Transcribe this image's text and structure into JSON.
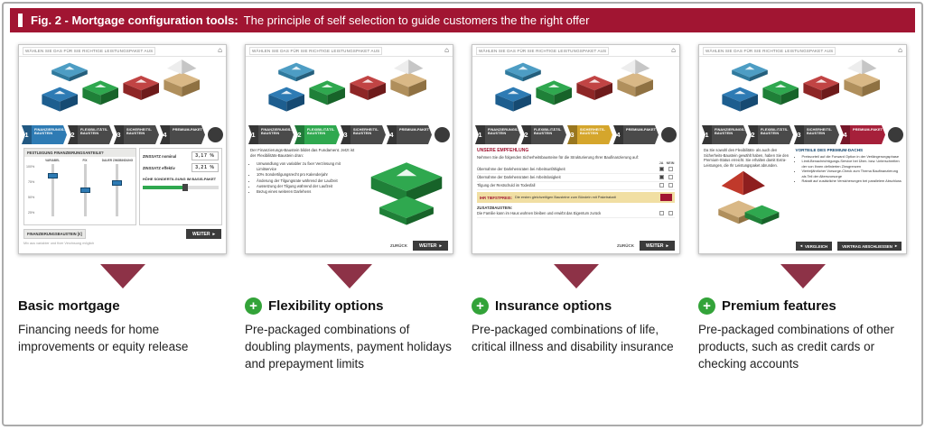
{
  "figure": {
    "label": "Fig. 2 - Mortgage configuration tools:",
    "title": "The principle of self selection to guide customers the the right offer"
  },
  "colors": {
    "header": "#A11532",
    "arrow": "#8D3247",
    "plus_green": "#33A339",
    "step_blue": "#2E7BB4",
    "step_green": "#2FA84F",
    "step_gold": "#D5A62C",
    "step_red": "#A6203A"
  },
  "icons": {
    "home": "⌂",
    "arrow_right": "▸",
    "arrow_left": "◂",
    "plus": "+"
  },
  "screen_common": {
    "topbar_text": "WÄHLEN SIE DAS FÜR SIE RICHTIGE LEISTUNGSPAKET AUS",
    "steps": [
      {
        "num": "1",
        "label": "FINANZIERUNGS-BAUSTEIN"
      },
      {
        "num": "2",
        "label": "FLEXIBILITÄTS-BAUSTEIN"
      },
      {
        "num": "3",
        "label": "SICHERHEITS-BAUSTEIN"
      },
      {
        "num": "4",
        "label": "PREMIUM-PAKET"
      }
    ],
    "next_label": "WEITER",
    "back_label": "ZURÜCK"
  },
  "screen1": {
    "panel_title": "FESTLEGUNG FINANZIERUNGSANTEILE?",
    "axis_labels": [
      "100%",
      "75%",
      "50%",
      "25%"
    ],
    "slider_headers": [
      "VARIABEL",
      "FIX",
      "DAUER ZINSBINDUNG"
    ],
    "rate1_label": "ZINSSATZ nominal",
    "rate1_value": "3,17 %",
    "rate2_label": "ZINSSATZ effektiv",
    "rate2_value": "3,21 %",
    "slider_label": "HÖHE SONDERTILGUNG IM BASIS-PAKET",
    "bottom_label": "FINANZIERUNGSBAUSTEIN [€]",
    "footnote": "Mix aus variabler und fixer Verzinsung möglich"
  },
  "screen2": {
    "intro": "Der Finanzierungs-Baustein bildet das Fundament. Jetzt ist der Flexibilitäts-Baustein dran:",
    "bullets": [
      "Umwandlung von variabler zu fixer Verzinsung mit Limitservice",
      "10% Sondertilgungsrecht pro Kalenderjahr",
      "Änderung der Tilgungsrate während der Laufzeit",
      "Aussetzung der Tilgung während der Laufzeit",
      "Bezug eines weiteren Darlehens"
    ]
  },
  "screen3": {
    "headline": "UNSERE EMPFEHLUNG",
    "intro": "Nehmen Sie die folgenden Sicherheitsbausteine für die Strukturierung Ihrer Baufinanzierung auf:",
    "yes_label": "JA",
    "no_label": "NEIN",
    "rows": [
      "Übernahme der Darlehensraten bei Arbeitsunfähigkeit",
      "Übernahme der Darlehensraten bei Arbeitslosigkeit",
      "Tilgung der Restschuld im Todesfall"
    ],
    "highlight_label": "IHR TIEFSTPREIS:",
    "highlight_text": "Die ersten gleichzeitigen Bausteine zum Bündeln mit Paketrabatt",
    "group2_label": "ZUSATZBAUSTEIN:",
    "group2_row": "Die Familie kann im Haus wohnen bleiben und erwirbt das Eigentum zurück"
  },
  "screen4": {
    "intro": "Da Sie sowohl den Flexibilitäts- als auch den Sicherheits-Baustein gewählt haben, haben Sie den Premium-Status erreicht. Sie erhalten damit Extra-Leistungen, die Ihr Leistungspaket abrunden.",
    "benefits_title": "VORTEILE DES PREMIUM-DACHS",
    "benefits": [
      "Preisvorteil auf die Forward Option in der Verlängerungsphase",
      "Limit-Benachrichtigungs-Service bei Über- bzw. Unterschreiten der von Ihnen definierten Zinsgrenzen",
      "Vierteljährlicher Vorsorge-Check zum Thema Baufinanzierung als Teil der Altersvorsorge",
      "Rabatt auf zusätzliche Versicherungen bei parallelem Abschluss"
    ],
    "btn_compare": "VERGLEICH",
    "btn_contract": "VERTRAG ABSCHLIESSEN"
  },
  "columns": [
    {
      "heading": "Basic mortgage",
      "description": "Financing needs for home improvements or equity release"
    },
    {
      "heading": "Flexibility options",
      "description": "Pre-packaged combinations of doubling playments, payment holidays and prepayment limits"
    },
    {
      "heading": "Insurance options",
      "description": "Pre-packaged combinations of life, critical illness and disability insurance"
    },
    {
      "heading": "Premium features",
      "description": "Pre-packaged combinations of other products, such as credit cards or checking accounts"
    }
  ]
}
